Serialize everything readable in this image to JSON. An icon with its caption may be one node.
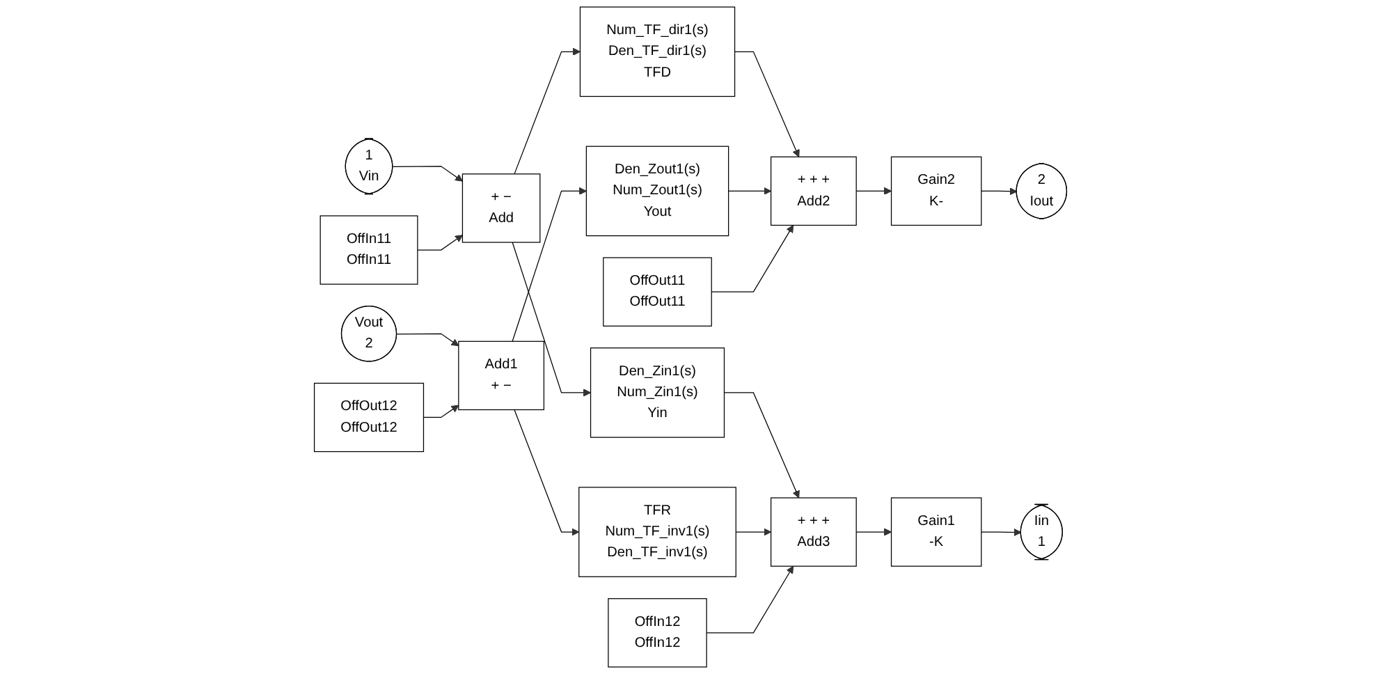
{
  "diagram": {
    "nodes": [
      {
        "text": [
          "1",
          "Vin"
        ]
      },
      {
        "text": [
          "OffIn11",
          "OffIn11"
        ]
      },
      {
        "text": [
          "+ −",
          "Add"
        ]
      },
      {
        "text": [
          "Num_TF_dir1(s)",
          "Den_TF_dir1(s)",
          "TFD"
        ]
      },
      {
        "text": [
          "Den_Zin1(s)",
          "Num_Zin1(s)",
          "Yin"
        ]
      },
      {
        "text": [
          "+ + +",
          "Add2"
        ]
      },
      {
        "text": [
          "Gain2",
          "K-"
        ]
      },
      {
        "text": [
          "2",
          "Iout"
        ]
      },
      {
        "text": [
          "Den_Zout1(s)",
          "Num_Zout1(s)",
          "Yout"
        ]
      },
      {
        "text": [
          "OffOut11",
          "OffOut11"
        ]
      },
      {
        "text": [
          "Iin",
          "1"
        ]
      },
      {
        "text": [
          "Gain1",
          "-K"
        ]
      },
      {
        "text": [
          "+ + +",
          "Add3"
        ]
      },
      {
        "text": [
          "TFR",
          "Num_TF_inv1(s)",
          "Den_TF_inv1(s)"
        ]
      },
      {
        "text": [
          "Add1",
          "+ −"
        ]
      },
      {
        "text": [
          "Vout",
          "2"
        ]
      },
      {
        "text": [
          "OffOut12",
          "OffOut12"
        ]
      },
      {
        "text": [
          "OffIn12",
          "OffIn12"
        ]
      }
    ],
    "edges": [
      {
        "from": 0,
        "to": 2,
        "arrow": "to"
      },
      {
        "from": 1,
        "to": 2,
        "arrow": "to"
      },
      {
        "from": 2,
        "to": 3,
        "arrow": "to"
      },
      {
        "from": 2,
        "to": 4,
        "arrow": "to"
      },
      {
        "from": 3,
        "to": 5,
        "arrow": "to"
      },
      {
        "from": 8,
        "to": 5,
        "arrow": "to"
      },
      {
        "from": 9,
        "to": 5,
        "arrow": "to"
      },
      {
        "from": 5,
        "to": 6,
        "arrow": "to"
      },
      {
        "from": 6,
        "to": 7,
        "arrow": "to"
      },
      {
        "from": 4,
        "to": 12,
        "arrow": "to"
      },
      {
        "from": 13,
        "to": 12,
        "arrow": "to"
      },
      {
        "from": 17,
        "to": 12,
        "arrow": "to"
      },
      {
        "from": 12,
        "to": 11,
        "arrow": "to"
      },
      {
        "from": 11,
        "to": 10,
        "arrow": "to"
      },
      {
        "from": 14,
        "to": 13,
        "arrow": "to"
      },
      {
        "from": 14,
        "to": 8,
        "arrow": "to"
      },
      {
        "from": 15,
        "to": 14,
        "arrow": "to"
      },
      {
        "from": 16,
        "to": 14,
        "arrow": "to"
      }
    ]
  }
}
